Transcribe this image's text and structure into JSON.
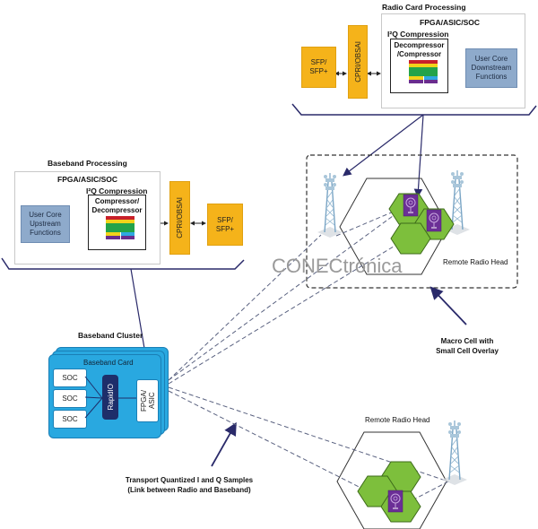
{
  "radio_card": {
    "title": "Radio Card Processing",
    "chip_title": "FPGA/ASIC/SOC",
    "compression_title": "I²Q Compression",
    "compressor_label_1": "Decompressor",
    "compressor_label_2": "/Compressor",
    "sfp_label_1": "SFP/",
    "sfp_label_2": "SFP+",
    "cpri_label": "CPRI/OBSAI",
    "user_core_label_1": "User Core",
    "user_core_label_2": "Downstream",
    "user_core_label_3": "Functions"
  },
  "baseband_processing": {
    "title": "Baseband Processing",
    "chip_title": "FPGA/ASIC/SOC",
    "compression_title": "I²Q Compression",
    "compressor_label_1": "Compressor/",
    "compressor_label_2": "Decompressor",
    "sfp_label_1": "SFP/",
    "sfp_label_2": "SFP+",
    "cpri_label": "CPRI/OBSAI",
    "user_core_label_1": "User Core",
    "user_core_label_2": "Upstream",
    "user_core_label_3": "Functions"
  },
  "baseband_cluster": {
    "title": "Baseband Cluster",
    "card_title": "Baseband Card",
    "soc_labels": [
      "SOC",
      "SOC",
      "SOC"
    ],
    "rapidio_label": "RapidIO",
    "fpga_label_1": "FPGA/",
    "fpga_label_2": "ASIC"
  },
  "macro_cell": {
    "rrh_label": "Remote Radio Head",
    "caption_1": "Macro Cell with",
    "caption_2": "Small Cell Overlay"
  },
  "small_cell": {
    "rrh_label": "Remote Radio Head"
  },
  "transport": {
    "caption_1": "Transport Quantized I and Q Samples",
    "caption_2": "(Link between Radio and Baseband)"
  },
  "watermark": "CONECtrónica",
  "colors": {
    "orange": "#f5b31a",
    "user_core_blue": "#8eaacb",
    "card_blue": "#29a8e0",
    "rapidio_navy": "#1e2e6a",
    "arrow_navy": "#2a2a6a",
    "hex_green": "#7dbf3c",
    "device_purple": "#6b2f96",
    "bar_red": "#c8202a",
    "bar_yellow": "#f2d21a",
    "bar_green": "#23a34a",
    "bar_cyan": "#2fa8e0",
    "bar_purple": "#6a2d8e"
  }
}
